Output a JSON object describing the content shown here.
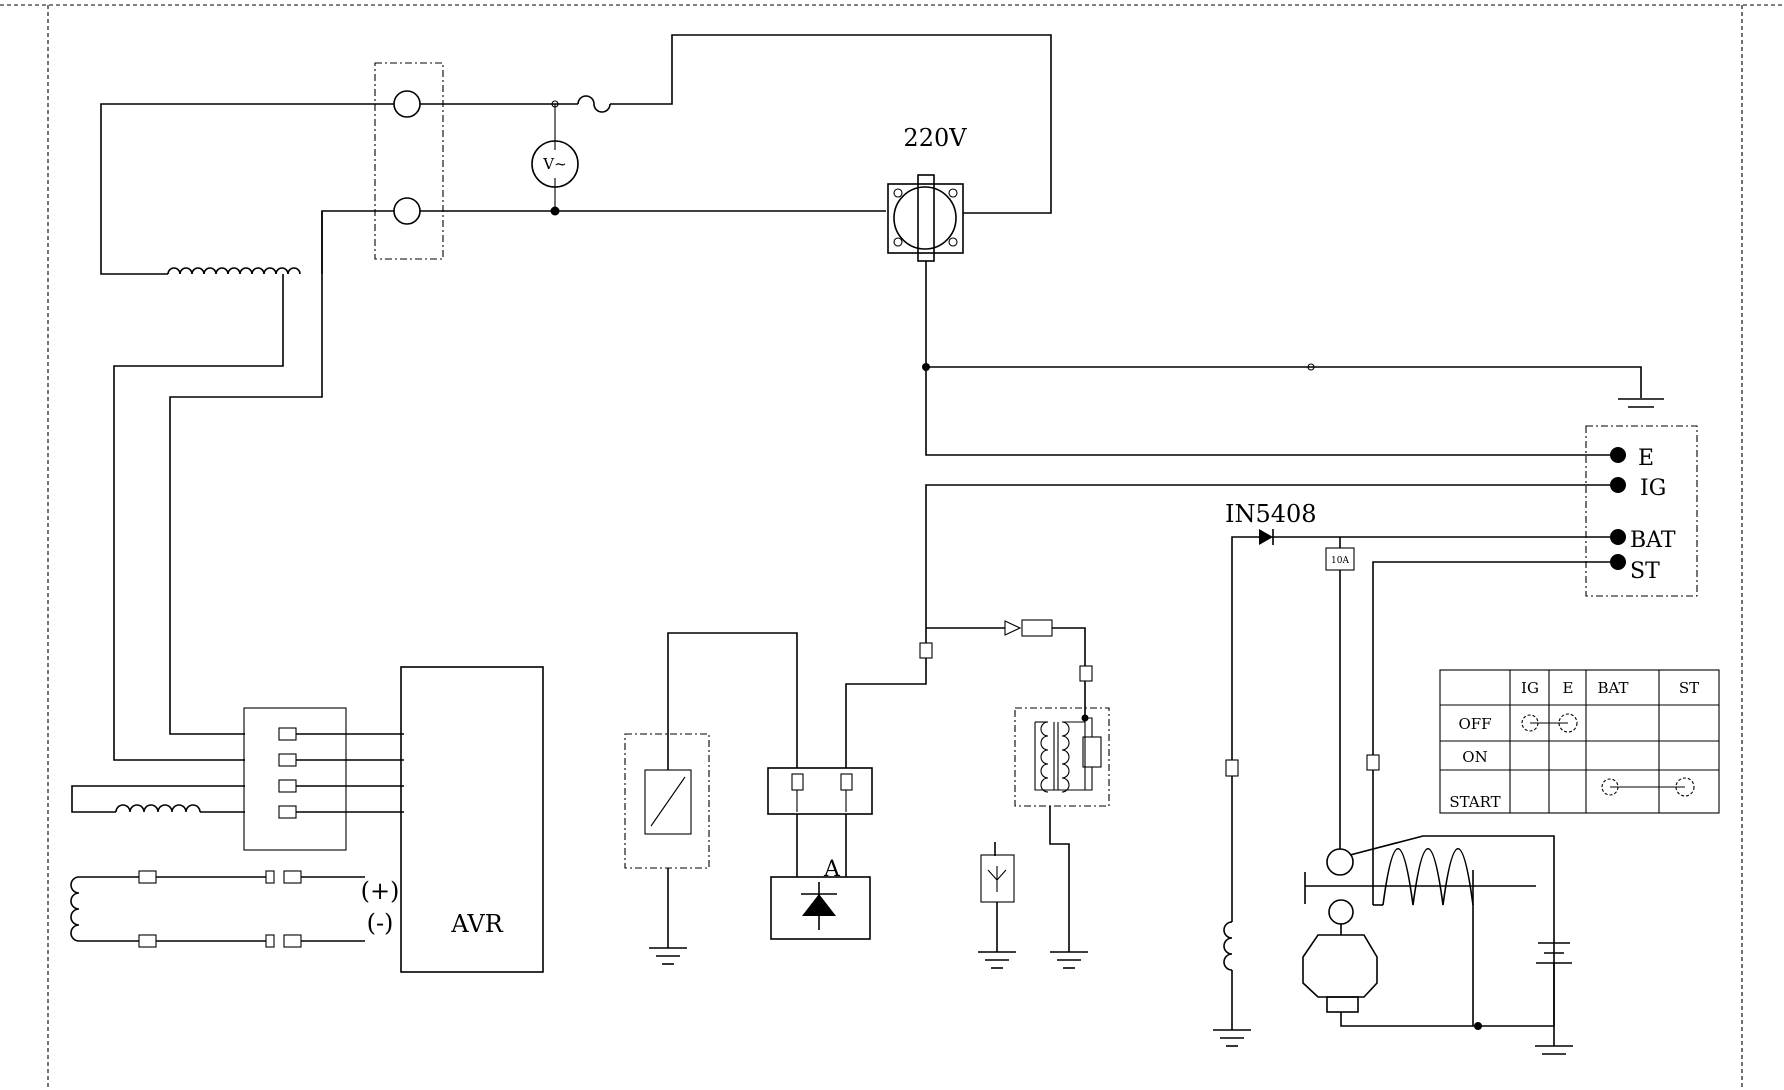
{
  "labels": {
    "voltage": "220V",
    "voltmeter": "V~",
    "avr": "AVR",
    "plus": "(+)",
    "minus": "(-)",
    "diode_part": "IN5408",
    "rectifier": "A",
    "fuse": "10A"
  },
  "switch_terminals": {
    "e": "E",
    "ig": "IG",
    "bat": "BAT",
    "st": "ST"
  },
  "switch_table": {
    "headers": [
      "IG",
      "E",
      "BAT",
      "ST"
    ],
    "rows": [
      "OFF",
      "ON",
      "START"
    ]
  }
}
